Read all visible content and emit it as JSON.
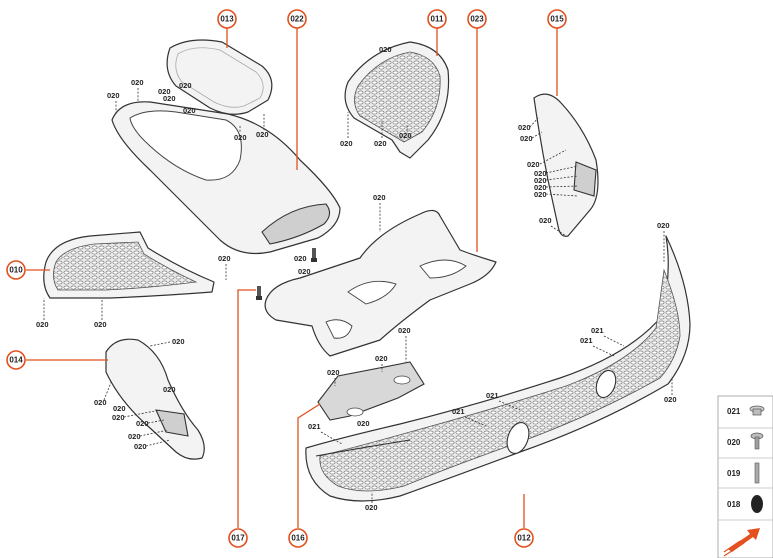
{
  "callouts": [
    "013",
    "022",
    "011",
    "023",
    "015",
    "010",
    "014",
    "017",
    "016",
    "012"
  ],
  "labels": {
    "l020": "020",
    "l021": "021"
  },
  "legend": {
    "items": [
      {
        "code": "021",
        "icon": "clip-cap-icon"
      },
      {
        "code": "020",
        "icon": "screw-icon"
      },
      {
        "code": "019",
        "icon": "pin-icon"
      },
      {
        "code": "018",
        "icon": "foam-pad-icon"
      }
    ],
    "arrow_icon": "forward-direction-arrow-icon",
    "accent": "#e2511f"
  }
}
